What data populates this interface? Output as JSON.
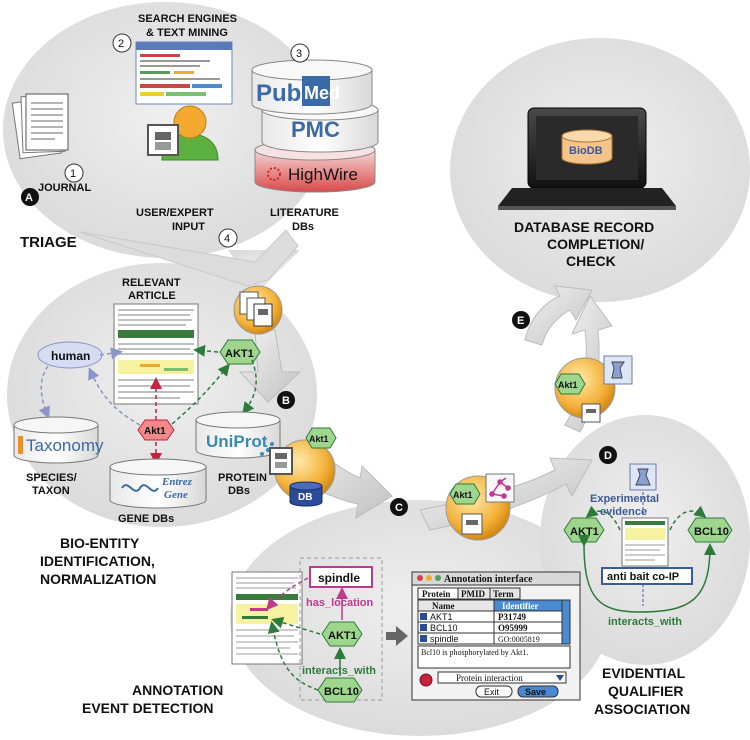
{
  "colors": {
    "blob": "#e3e3e3",
    "arrow": "#d4d4d4",
    "green": "#2d7a3a",
    "magenta": "#c0398f",
    "red": "#c8213b",
    "blue_label": "#3a5a9a",
    "node_green": "#9ed68e",
    "node_red": "#f08a8a",
    "node_blue": "#d6dcf2",
    "biodb": "#f4c48a",
    "pubmed_blue": "#3a6aa8"
  },
  "labels": {
    "step_a": "A",
    "step_b": "B",
    "step_c": "C",
    "step_d": "D",
    "step_e": "E",
    "num1": "1",
    "num2": "2",
    "num3": "3",
    "num4": "4"
  },
  "triage": {
    "search_engines_1": "SEARCH ENGINES",
    "search_engines_2": "& TEXT MINING",
    "journal": "JOURNAL",
    "user_input_1": "USER/EXPERT",
    "user_input_2": "INPUT",
    "literature_1": "LITERATURE",
    "literature_2": "DBs",
    "title": "TRIAGE",
    "pubmed_pub": "Pub",
    "pubmed_med": "Med",
    "pmc": "PMC",
    "highwire": "HighWire"
  },
  "database": {
    "biodb": "BioDB",
    "title_1": "DATABASE RECORD",
    "title_2": "COMPLETION/",
    "title_3": "CHECK"
  },
  "bioentity": {
    "relevant_1": "RELEVANT",
    "relevant_2": "ARTICLE",
    "human": "human",
    "akt1_upper": "AKT1",
    "akt1_lower": "Akt1",
    "taxonomy": "Taxonomy",
    "uniprot": "UniProt",
    "entrez_1": "Entrez",
    "entrez_2": "Gene",
    "species_1": "SPECIES/",
    "species_2": "TAXON",
    "protein_1": "PROTEIN",
    "protein_2": "DBs",
    "gene_dbs": "GENE DBs",
    "title_1": "BIO-ENTITY",
    "title_2": "IDENTIFICATION,",
    "title_3": "NORMALIZATION"
  },
  "step_icons": {
    "db": "DB",
    "akt1": "Akt1"
  },
  "annotation": {
    "spindle": "spindle",
    "has_location": "has_location",
    "akt1": "AKT1",
    "interacts_with": "interacts_with",
    "bcl10": "BCL10",
    "title_1": "ANNOTATION",
    "title_2": "EVENT DETECTION",
    "window_title": "Annotation interface",
    "tab_protein": "Protein",
    "tab_pmid": "PMID",
    "tab_term": "Term",
    "col_name": "Name",
    "col_identifier": "Identifier",
    "rows": [
      {
        "name": "AKT1",
        "id": "P31749"
      },
      {
        "name": "BCL10",
        "id": "O95999"
      },
      {
        "name": "spindle",
        "id": "GO:0005819"
      }
    ],
    "note": "Bcl10 is phosphorylated by Akt1.",
    "dropdown": "Protein interaction",
    "exit": "Exit",
    "save": "Save"
  },
  "evidential": {
    "experimental_1": "Experimental",
    "experimental_2": "evidence",
    "akt1": "AKT1",
    "bcl10": "BCL10",
    "anti_bait": "anti bait co-IP",
    "interacts_with": "interacts_with",
    "title_1": "EVIDENTIAL",
    "title_2": "QUALIFIER",
    "title_3": "ASSOCIATION"
  }
}
